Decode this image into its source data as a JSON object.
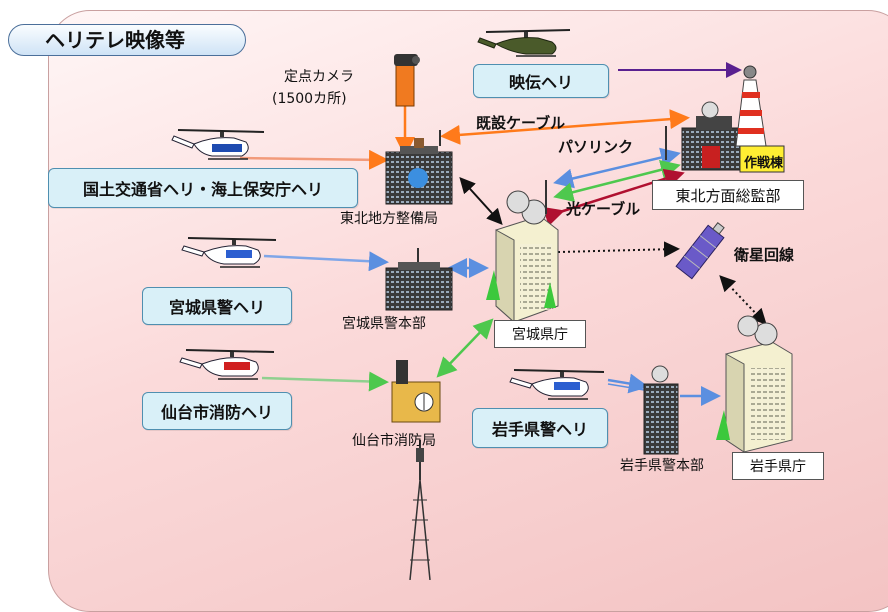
{
  "title": "ヘリテレ映像等",
  "helicopter_labels": {
    "mlit": "国土交通省ヘリ・海上保安庁ヘリ",
    "eiden": "映伝ヘリ",
    "miyagi_police": "宮城県警ヘリ",
    "sendai_fire": "仙台市消防ヘリ",
    "iwate_police": "岩手県警ヘリ"
  },
  "facility_labels": {
    "fixed_camera": "定点カメラ",
    "fixed_camera_count": "(1500カ所)",
    "tohoku_bureau": "東北地方整備局",
    "miyagi_police_hq": "宮城県警本部",
    "sendai_fire_bureau": "仙台市消防局",
    "iwate_police_hq": "岩手県警本部",
    "miyagi_pref": "宮城県庁",
    "iwate_pref": "岩手県庁",
    "tohoku_army": "東北方面総監部",
    "operation_bldg": "作戦棟"
  },
  "link_labels": {
    "existing_cable": "既設ケーブル",
    "parasolink": "パソリンク",
    "optical_cable": "光ケーブル",
    "satellite": "衛星回線"
  },
  "colors": {
    "panel_background": "#f8d4d4",
    "label_fill": "#d9f0f8",
    "orange_link": "#ff7a1a",
    "blue_link": "#5b8fe0",
    "green_link": "#4ec84e",
    "crimson_link": "#b01030",
    "purple_link": "#5a2090"
  }
}
